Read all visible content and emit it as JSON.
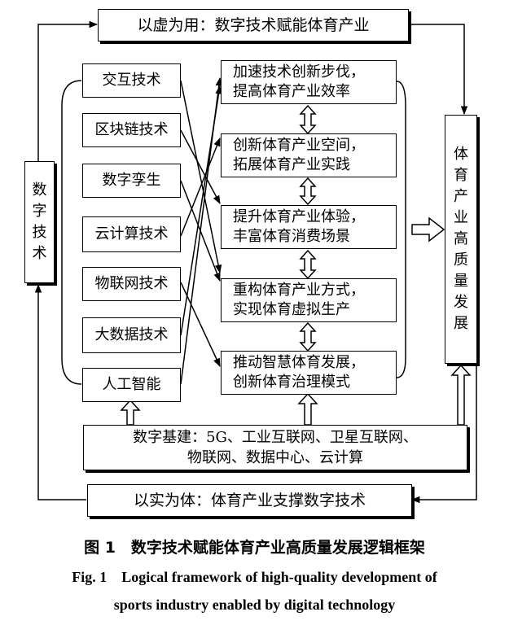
{
  "top_banner": "以虚为用：数字技术赋能体育产业",
  "bottom_banner": "以实为体：体育产业支撑数字技术",
  "left_pillar": [
    "数",
    "字",
    "技",
    "术"
  ],
  "right_pillar": [
    "体",
    "育",
    "产",
    "业",
    "高",
    "质",
    "量",
    "发",
    "展"
  ],
  "technologies": [
    "交互技术",
    "区块链技术",
    "数字孪生",
    "云计算技术",
    "物联网技术",
    "大数据技术",
    "人工智能"
  ],
  "effects": [
    [
      "加速技术创新步伐，",
      "提高体育产业效率"
    ],
    [
      "创新体育产业空间，",
      "拓展体育产业实践"
    ],
    [
      "提升体育产业体验，",
      "丰富体育消费场景"
    ],
    [
      "重构体育产业方式，",
      "实现体育虚拟生产"
    ],
    [
      "推动智慧体育发展，",
      "创新体育治理模式"
    ]
  ],
  "infrastructure": [
    "数字基建：5G、工业互联网、卫星互联网、",
    "物联网、数据中心、云计算"
  ],
  "caption": {
    "cn": "图 1　数字技术赋能体育产业高质量发展逻辑框架",
    "en_line1": "Fig. 1　Logical framework of high-quality development of",
    "en_line2": "sports industry enabled by digital technology"
  }
}
